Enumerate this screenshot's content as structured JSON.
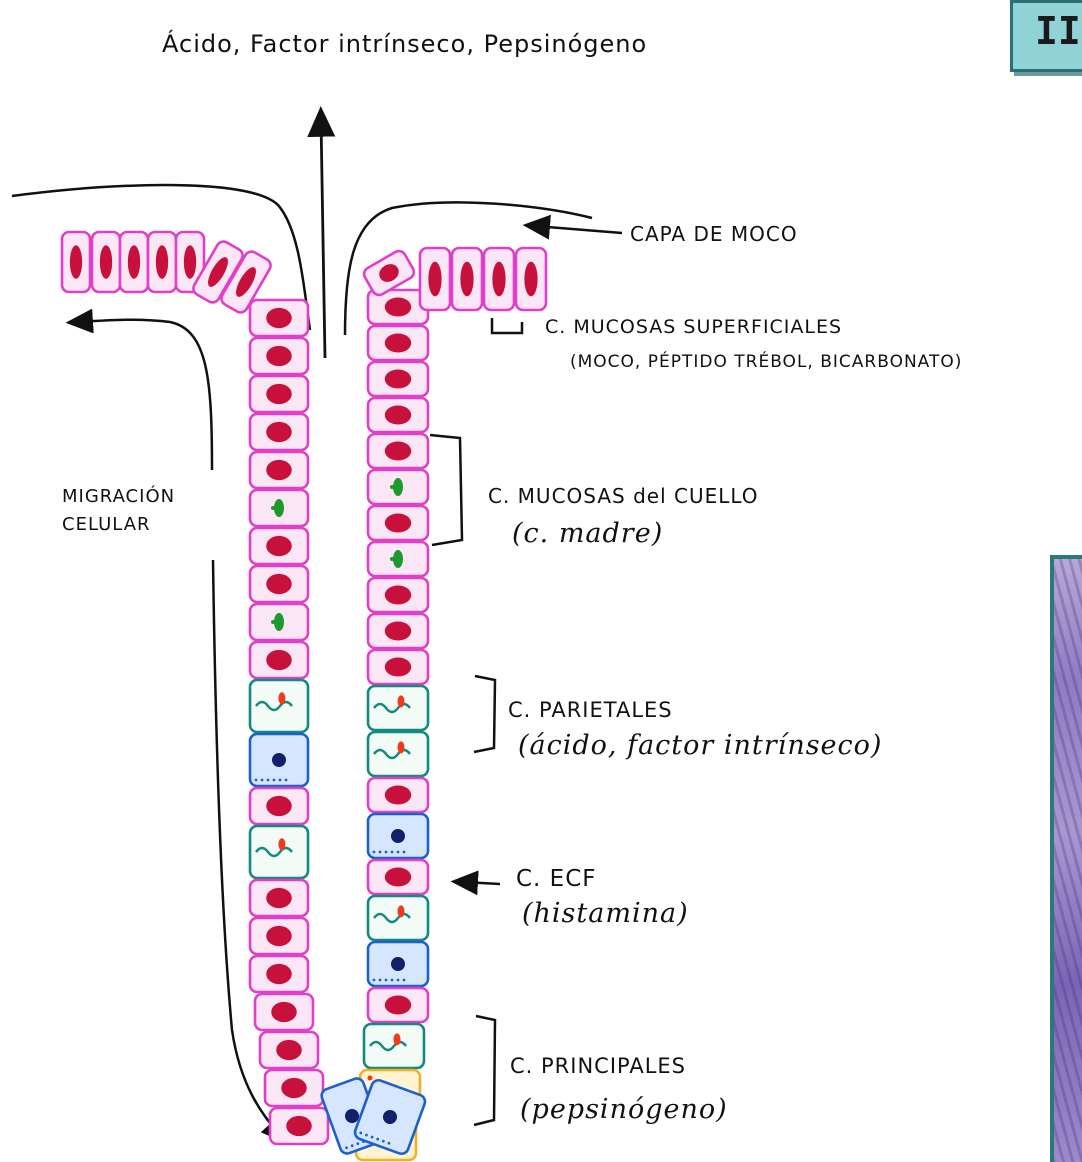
{
  "diagram": {
    "secretions_label": "Ácido, Factor intrínseco, Pepsinógeno",
    "mucus_layer_label": "CAPA DE MOCO",
    "migration_label": [
      "MIGRACIÓN",
      "CELULAR"
    ],
    "cell_groups": [
      {
        "name": "C. MUCOSAS SUPERFICIALES",
        "product": "(MOCO, PÉPTIDO TRÉBOL, BICARBONATO)"
      },
      {
        "name": "C. MUCOSAS del CUELLO",
        "product": "(c. madre)"
      },
      {
        "name": "C. PARIETALES",
        "product": "(ácido, factor intrínseco)"
      },
      {
        "name": "C. ECF",
        "product": "(histamina)"
      },
      {
        "name": "C. PRINCIPALES",
        "product": "(pepsinógeno)"
      }
    ]
  },
  "slide_badge": "II",
  "colors": {
    "membrane": "#e040c8",
    "cytoplasm": "#fbe6f6",
    "nucleus": "#c8103c",
    "parietal": "#128a80",
    "ecl": "#1e5fd0",
    "chief": "#f0b020",
    "chief_nucleus": "#f03a1a",
    "stem_granules": "#1c9a2c"
  }
}
